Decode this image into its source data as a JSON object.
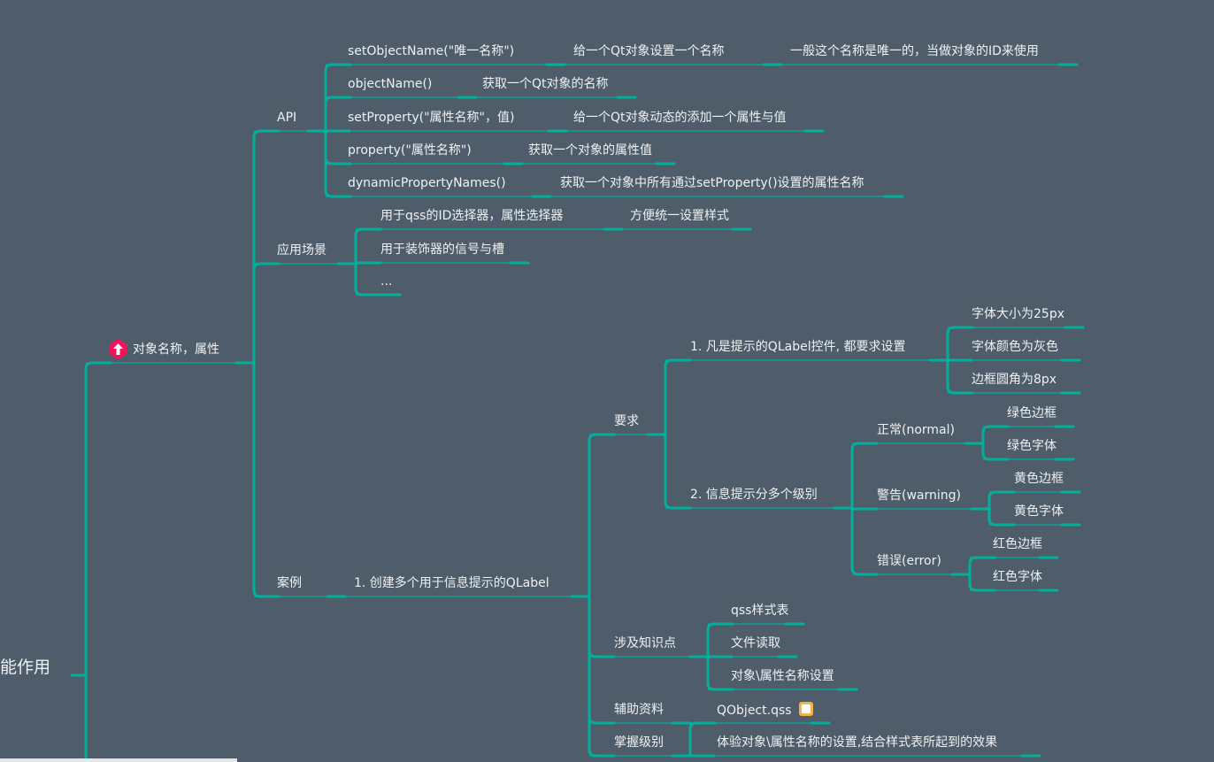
{
  "root": {
    "label": "能作用"
  },
  "topic": {
    "label": "对象名称，属性",
    "icon": "priority-up-icon"
  },
  "api": {
    "label": "API",
    "items": [
      {
        "label": "setObjectName(\"唯一名称\")",
        "desc": "给一个Qt对象设置一个名称",
        "note": "一般这个名称是唯一的，当做对象的ID来使用"
      },
      {
        "label": "objectName()",
        "desc": "获取一个Qt对象的名称"
      },
      {
        "label": "setProperty(\"属性名称\"，值)",
        "desc": "给一个Qt对象动态的添加一个属性与值"
      },
      {
        "label": "property(\"属性名称\")",
        "desc": "获取一个对象的属性值"
      },
      {
        "label": "dynamicPropertyNames()",
        "desc": "获取一个对象中所有通过setProperty()设置的属性名称"
      }
    ]
  },
  "scenes": {
    "label": "应用场景",
    "items": [
      {
        "label": "用于qss的ID选择器，属性选择器",
        "desc": "方便统一设置样式"
      },
      {
        "label": "用于装饰器的信号与槽"
      },
      {
        "label": "..."
      }
    ]
  },
  "case": {
    "label": "案例",
    "title": "1. 创建多个用于信息提示的QLabel",
    "req": {
      "label": "要求",
      "r1": {
        "label": "1. 凡是提示的QLabel控件, 都要求设置",
        "items": [
          "字体大小为25px",
          "字体颜色为灰色",
          "边框圆角为8px"
        ]
      },
      "r2": {
        "label": "2. 信息提示分多个级别",
        "levels": [
          {
            "label": "正常(normal)",
            "items": [
              "绿色边框",
              "绿色字体"
            ]
          },
          {
            "label": "警告(warning)",
            "items": [
              "黄色边框",
              "黄色字体"
            ]
          },
          {
            "label": "错误(error)",
            "items": [
              "红色边框",
              "红色字体"
            ]
          }
        ]
      }
    },
    "knowledge": {
      "label": "涉及知识点",
      "items": [
        "qss样式表",
        "文件读取",
        "对象\\属性名称设置"
      ]
    },
    "resource": {
      "label": "辅助资料",
      "file": "QObject.qss",
      "icon": "note-icon"
    },
    "level": {
      "label": "掌握级别",
      "text": "体验对象\\属性名称的设置,结合样式表所起到的效果"
    }
  },
  "colors": {
    "background": "#4f5d6b",
    "line": "#00b09b",
    "text": "#eef1f3"
  }
}
